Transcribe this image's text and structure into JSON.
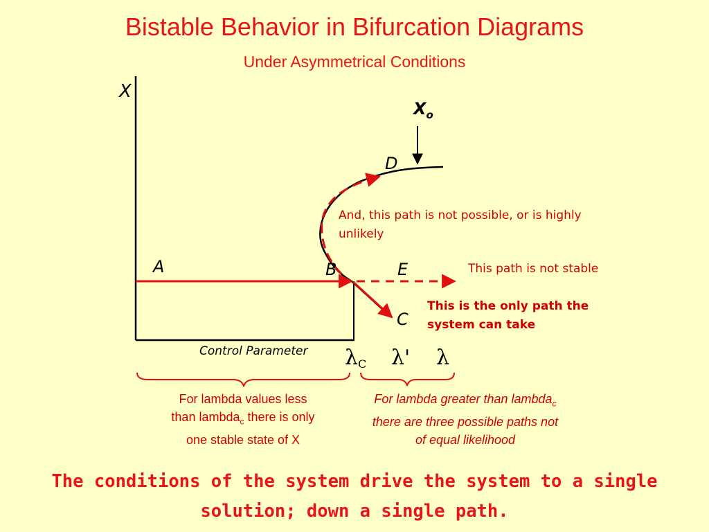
{
  "title": "Bistable Behavior in Bifurcation Diagrams",
  "subtitle": "Under Asymmetrical Conditions",
  "diagram": {
    "y_axis_label": "X",
    "x_axis_label": "Control Parameter",
    "x0_label": "X",
    "x0_subscript": "o",
    "point_labels": {
      "a": "A",
      "b": "B",
      "c": "C",
      "d": "D",
      "e": "E"
    },
    "tick_labels": {
      "lambda_c": "λ",
      "lambda_c_subscript": "C",
      "lambda_prime": "λ'",
      "lambda": "λ"
    },
    "colors": {
      "path": "#e01010",
      "curve": "#000000",
      "text": "#d00000"
    }
  },
  "notes": {
    "not_possible": "And, this path is not possible, or is highly unlikely",
    "not_stable": "This path is not stable",
    "only_path": "This is the only path the system can take"
  },
  "captions": {
    "left_line1": "For lambda values less",
    "left_line2_pre": "than lambda",
    "left_line2_sub": "c",
    "left_line2_post": " there is only",
    "left_line3": "one stable state of X",
    "right_line1_pre": "For  lambda greater than lambda",
    "right_line1_sub": "c",
    "right_line2": "there are three possible paths not",
    "right_line3": "of equal likelihood"
  },
  "conclusion": "The conditions of the system drive the system to a single solution; down a single path."
}
